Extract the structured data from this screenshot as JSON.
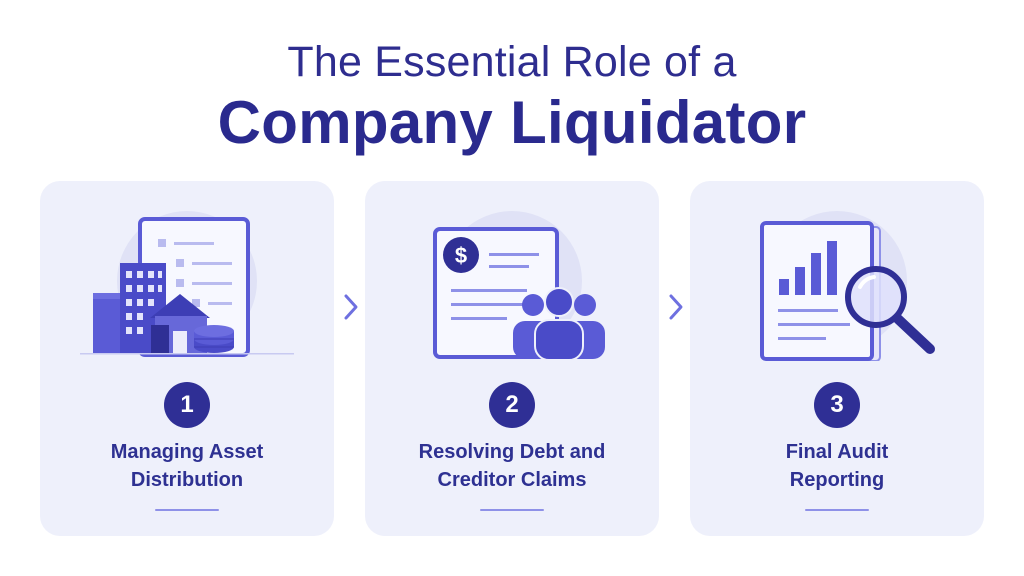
{
  "title": {
    "line1": "The Essential Role of a",
    "line2": "Company Liquidator"
  },
  "steps": [
    {
      "number": "1",
      "label_line1": "Managing Asset",
      "label_line2": "Distribution",
      "icon": "buildings-and-coins-icon"
    },
    {
      "number": "2",
      "label_line1": "Resolving Debt and",
      "label_line2": "Creditor Claims",
      "icon": "invoice-and-creditors-icon"
    },
    {
      "number": "3",
      "label_line1": "Final Audit",
      "label_line2": "Reporting",
      "icon": "report-magnifier-icon"
    }
  ],
  "colors": {
    "primary": "#2f2f95",
    "accent": "#5a5bd6",
    "card_bg": "#eef0fb",
    "circle_bg": "#e0e2f6"
  }
}
